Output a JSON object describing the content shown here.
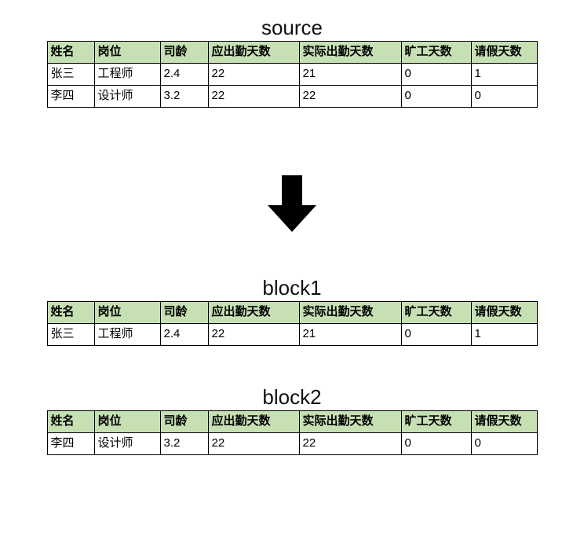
{
  "colors": {
    "page_bg": "#ffffff",
    "header_bg": "#c6e0b4",
    "table_border": "#000000",
    "arrow_color": "#000000"
  },
  "arrow": {
    "icon": "down-arrow"
  },
  "source": {
    "title": "source",
    "headers": [
      "姓名",
      "岗位",
      "司龄",
      "应出勤天数",
      "实际出勤天数",
      "旷工天数",
      "请假天数"
    ],
    "rows": [
      [
        "张三",
        "工程师",
        "2.4",
        "22",
        "21",
        "0",
        "1"
      ],
      [
        "李四",
        "设计师",
        "3.2",
        "22",
        "22",
        "0",
        "0"
      ]
    ]
  },
  "block1": {
    "title": "block1",
    "headers": [
      "姓名",
      "岗位",
      "司龄",
      "应出勤天数",
      "实际出勤天数",
      "旷工天数",
      "请假天数"
    ],
    "rows": [
      [
        "张三",
        "工程师",
        "2.4",
        "22",
        "21",
        "0",
        "1"
      ]
    ]
  },
  "block2": {
    "title": "block2",
    "headers": [
      "姓名",
      "岗位",
      "司龄",
      "应出勤天数",
      "实际出勤天数",
      "旷工天数",
      "请假天数"
    ],
    "rows": [
      [
        "李四",
        "设计师",
        "3.2",
        "22",
        "22",
        "0",
        "0"
      ]
    ]
  }
}
